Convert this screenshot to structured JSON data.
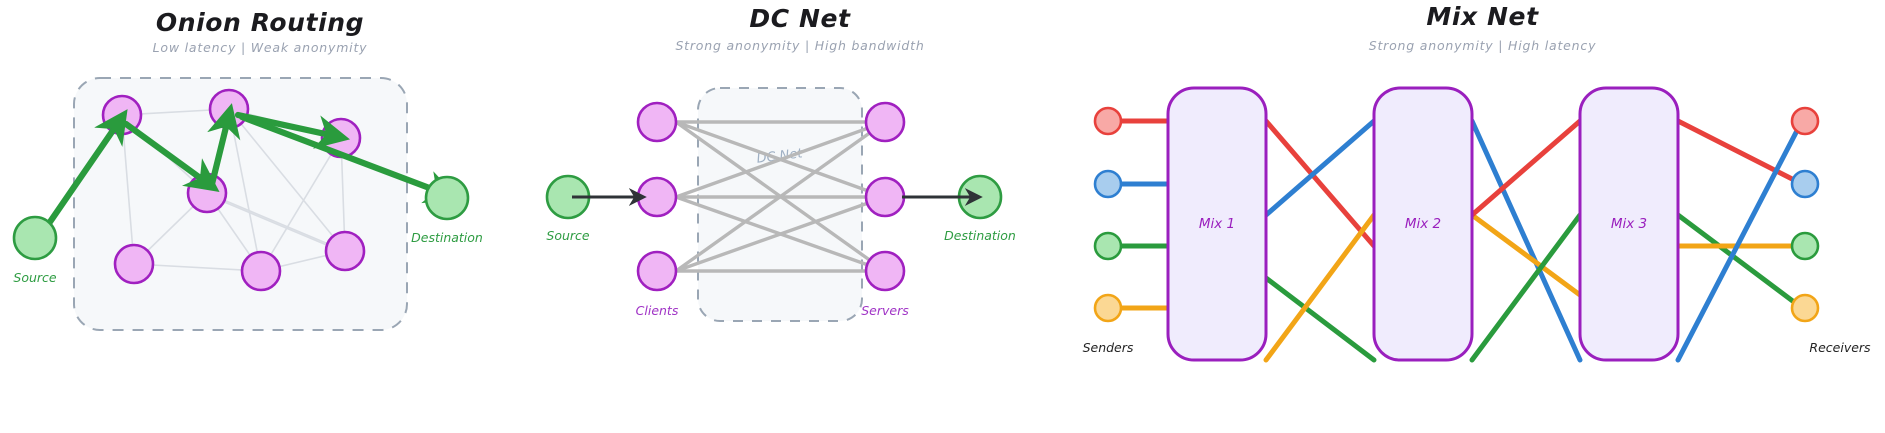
{
  "panels": [
    {
      "id": "onion-routing",
      "title": "Onion Routing",
      "subtitle": "Low latency  |  Weak anonymity",
      "source_label": "Source",
      "destination_label": "Destination",
      "node_count": 7,
      "route_hops": 4,
      "colors": {
        "relay_fill": "#f0b6f5",
        "relay_stroke": "#a020c0",
        "endpoint_fill": "#a9e6b0",
        "endpoint_stroke": "#2e9c42",
        "path": "#2a9b3d",
        "mesh_edge": "#d8dce2",
        "cloud_fill": "#f6f8fa",
        "cloud_stroke": "#9aa6b4"
      }
    },
    {
      "id": "dc-net",
      "title": "DC Net",
      "subtitle": "Strong anonymity  |  High bandwidth",
      "source_label": "Source",
      "destination_label": "Destination",
      "clients_label": "Clients",
      "servers_label": "Servers",
      "box_label": "DC Net",
      "client_count": 3,
      "server_count": 3,
      "edge_count": 9,
      "colors": {
        "node_fill": "#f0b6f5",
        "node_stroke": "#a020c0",
        "endpoint_fill": "#a9e6b0",
        "endpoint_stroke": "#2e9c42",
        "edge": "#b8b8b8",
        "arrow": "#2f3337",
        "box_fill": "#f6f8fa",
        "box_stroke": "#9aa6b4"
      }
    },
    {
      "id": "mix-net",
      "title": "Mix Net",
      "subtitle": "Strong anonymity  |  High latency",
      "senders_label": "Senders",
      "receivers_label": "Receivers",
      "mixes": [
        "Mix 1",
        "Mix 2",
        "Mix 3"
      ],
      "stream_colors": [
        "#e8413c",
        "#2e7fd1",
        "#2a9b3d",
        "#f2a517"
      ],
      "stream_names": [
        "red-stream",
        "blue-stream",
        "green-stream",
        "orange-stream"
      ],
      "colors": {
        "mix_fill": "#f0ecfd",
        "mix_stroke": "#9a1fbe",
        "mix_label": "#9a1fbe"
      }
    }
  ]
}
